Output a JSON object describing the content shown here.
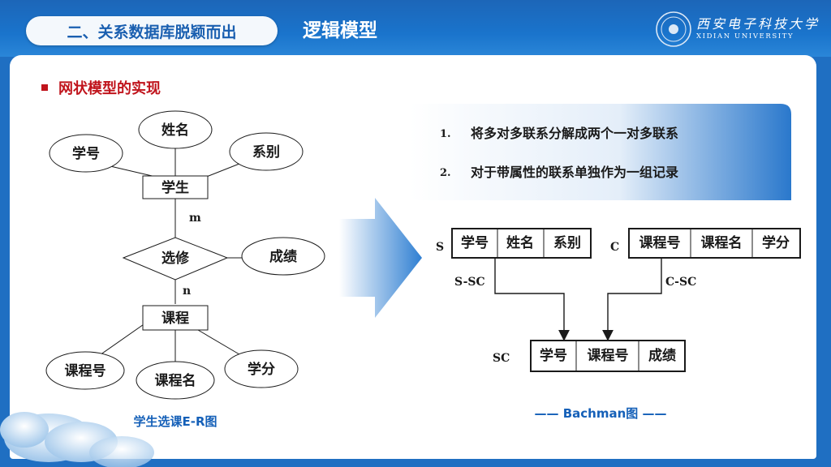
{
  "header": {
    "section": "二、关系数据库脱颖而出",
    "title": "逻辑模型",
    "logo_cn": "西安电子科技大学",
    "logo_en": "XIDIAN UNIVERSITY"
  },
  "bullet": {
    "title": "网状模型的实现"
  },
  "er": {
    "attrs_student": [
      "学号",
      "姓名",
      "系别"
    ],
    "student": "学生",
    "m": "m",
    "relation": "选修",
    "relation_attr": "成绩",
    "n": "n",
    "course": "课程",
    "attrs_course": [
      "课程号",
      "课程名",
      "学分"
    ],
    "caption": "学生选课E-R图"
  },
  "points": [
    {
      "num": "1.",
      "text": "将多对多联系分解成两个一对多联系"
    },
    {
      "num": "2.",
      "text": "对于带属性的联系单独作为一组记录"
    }
  ],
  "bachman": {
    "s_label": "S",
    "s_fields": [
      "学号",
      "姓名",
      "系别"
    ],
    "c_label": "C",
    "c_fields": [
      "课程号",
      "课程名",
      "学分"
    ],
    "sc_label": "SC",
    "sc_fields": [
      "学号",
      "课程号",
      "成绩"
    ],
    "s_sc": "S-SC",
    "c_sc": "C-SC",
    "caption": "—— Bachman图 ——"
  },
  "colors": {
    "accent": "#1f6fc2",
    "bullet": "#c0141c",
    "caption": "#1560b8"
  }
}
